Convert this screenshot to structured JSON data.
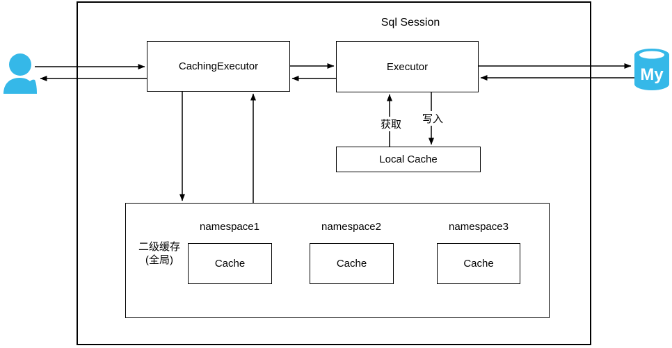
{
  "diagram": {
    "title": "Sql Session",
    "nodes": {
      "caching_executor": "CachingExecutor",
      "executor": "Executor",
      "local_cache": "Local Cache",
      "second_level_cache_label_line1": "二级缓存",
      "second_level_cache_label_line2": "(全局)",
      "namespaces": [
        {
          "label": "namespace1",
          "cache_label": "Cache"
        },
        {
          "label": "namespace2",
          "cache_label": "Cache"
        },
        {
          "label": "namespace3",
          "cache_label": "Cache"
        }
      ]
    },
    "edges": {
      "get_label": "获取",
      "write_label": "写入"
    },
    "icons": {
      "mysql_text": "My"
    },
    "colors": {
      "accent": "#35b8e8",
      "stroke": "#000000",
      "background": "#ffffff"
    }
  }
}
